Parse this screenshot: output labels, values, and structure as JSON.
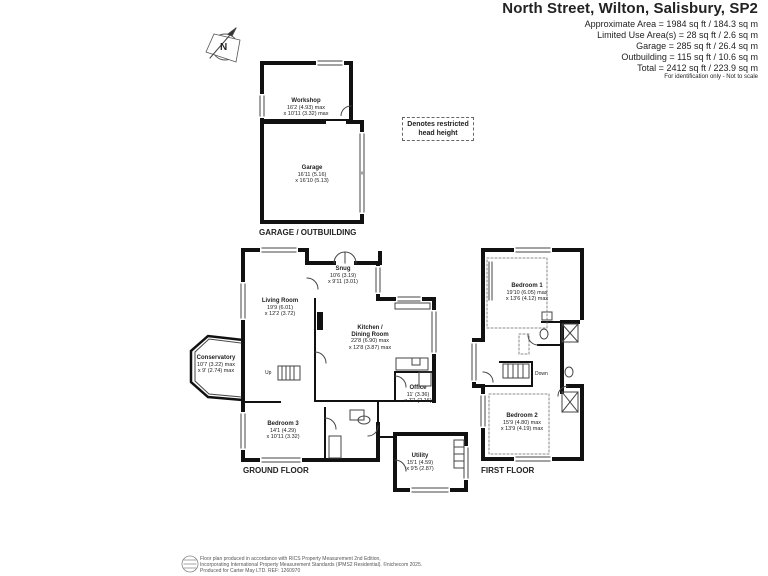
{
  "header": {
    "title": "North Street, Wilton, Salisbury, SP2",
    "stats": [
      "Approximate Area = 1984 sq ft / 184.3 sq m",
      "Limited Use Area(s) = 28 sq ft / 2.6 sq m",
      "Garage = 285 sq ft / 26.4 sq m",
      "Outbuilding = 115 sq ft / 10.6 sq m",
      "Total = 2412 sq ft / 223.9 sq m"
    ],
    "note": "For identification only - Not to scale"
  },
  "compass": {
    "letter": "N",
    "icon": "north-compass-icon"
  },
  "legend": {
    "restricted": "Denotes restricted head height"
  },
  "sections": {
    "garage": "GARAGE / OUTBUILDING",
    "ground": "GROUND FLOOR",
    "first": "FIRST FLOOR"
  },
  "rooms": {
    "workshop": {
      "name": "Workshop",
      "l1": "16'2 (4.93) max",
      "l2": "x 10'11 (3.32) max"
    },
    "garage": {
      "name": "Garage",
      "l1": "16'11 (5.16)",
      "l2": "x 16'10 (5.13)"
    },
    "snug": {
      "name": "Snug",
      "l1": "10'6 (3.19)",
      "l2": "x 9'11 (3.01)"
    },
    "living": {
      "name": "Living Room",
      "l1": "19'9 (6.01)",
      "l2": "x 12'2 (3.72)"
    },
    "kitchen": {
      "name": "Kitchen /",
      "name2": "Dining Room",
      "l1": "22'8 (6.90) max",
      "l2": "x 12'8 (3.87) max"
    },
    "conservatory": {
      "name": "Conservatory",
      "l1": "10'7 (3.22) max",
      "l2": "x 9' (2.74) max"
    },
    "office": {
      "name": "Office",
      "l1": "11' (3.36)",
      "l2": "x 7'1 (2.16)"
    },
    "bedroom3": {
      "name": "Bedroom 3",
      "l1": "14'1 (4.29)",
      "l2": "x 10'11 (3.32)"
    },
    "utility": {
      "name": "Utility",
      "l1": "15'1 (4.59)",
      "l2": "x 9'5 (2.87)"
    },
    "bedroom1": {
      "name": "Bedroom 1",
      "l1": "19'10 (6.05) max",
      "l2": "x 13'6 (4.12) max"
    },
    "bedroom2": {
      "name": "Bedroom 2",
      "l1": "15'9 (4.80) max",
      "l2": "x 13'9 (4.19) max"
    }
  },
  "marks": {
    "up": "Up",
    "down": "Down"
  },
  "footer": {
    "l1": "Floor plan produced in accordance with RICS Property Measurement 2nd Edition,",
    "l2": "Incorporating International Property Measurement Standards (IPMS2 Residential). ©nichecom 2025.",
    "l3": "Produced for Carter May LTD.   REF: 1260970"
  }
}
